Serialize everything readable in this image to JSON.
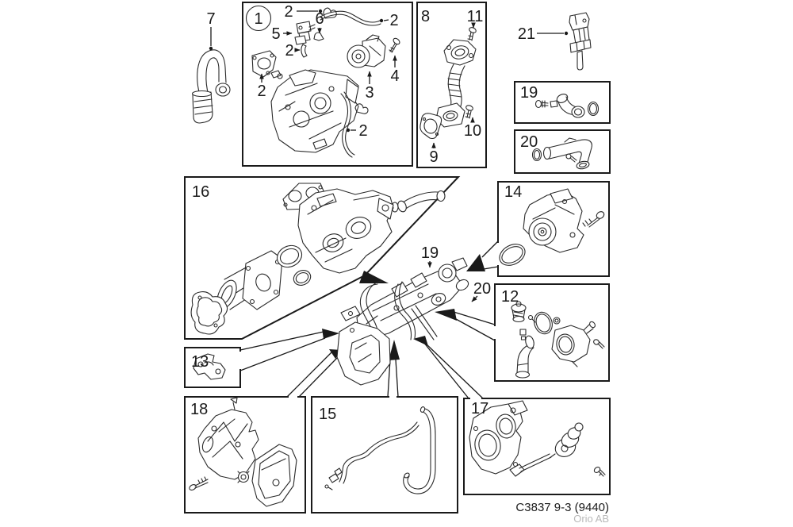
{
  "figure": {
    "caption_code": "C3837 9-3 (9440)",
    "caption_brand": "Orio AB",
    "colors": {
      "background": "#ffffff",
      "line": "#1a1a1a",
      "muted_caption": "#b9b9b9"
    }
  },
  "callouts": {
    "c1": "1",
    "c2": "2",
    "c3": "3",
    "c4": "4",
    "c5": "5",
    "c6": "6",
    "c7": "7",
    "c8": "8",
    "c9": "9",
    "c10": "10",
    "c11": "11",
    "c12": "12",
    "c13": "13",
    "c14": "14",
    "c15": "15",
    "c16": "16",
    "c17": "17",
    "c18": "18",
    "c19": "19",
    "c20": "20",
    "c21": "21"
  }
}
